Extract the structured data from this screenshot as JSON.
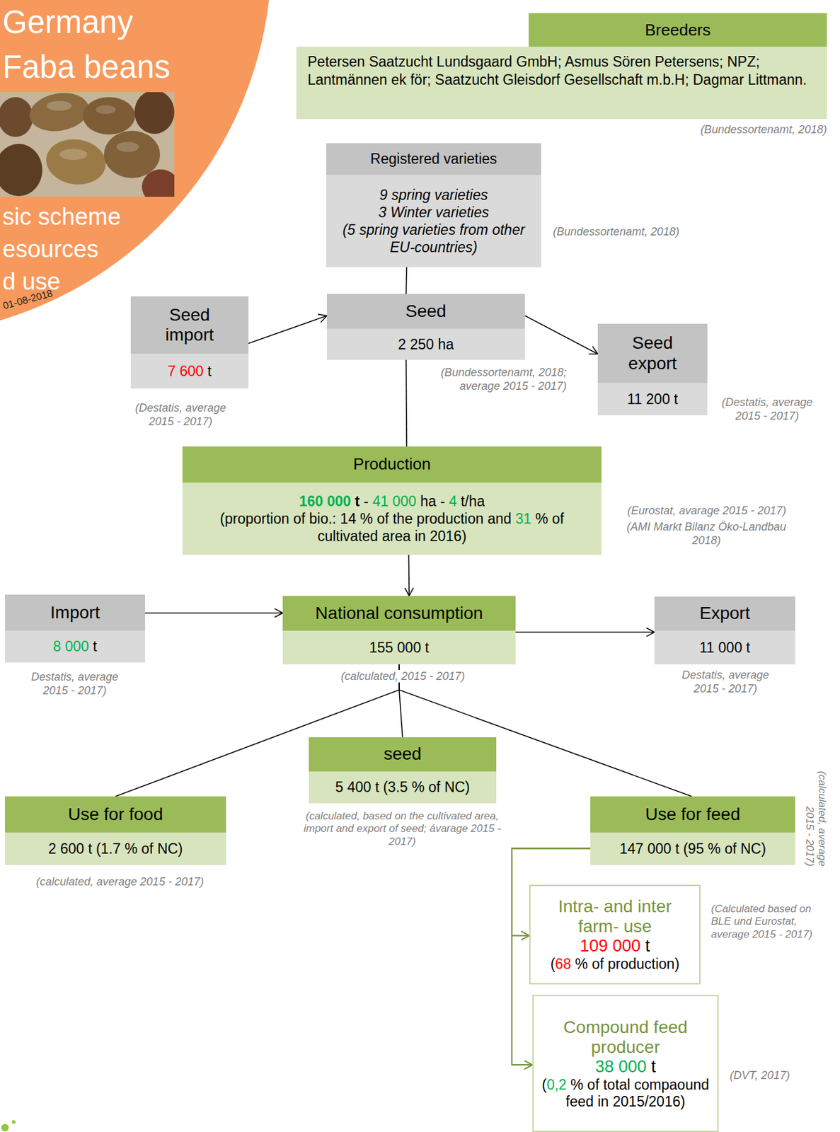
{
  "diagram": {
    "nodes": [
      {
        "text": [
          "Germany",
          "Faba beans",
          "sic scheme",
          "esources",
          "d use"
        ]
      },
      {
        "text": [
          "Breeders",
          "Petersen Saatzucht Lundsgaard GmbH; Asmus Sören Petersens; NPZ; Lantmännen ek för; Saatzucht Gleisdorf Gesellschaft m.b.H; Dagmar Littmann."
        ]
      },
      {
        "text": [
          "Registered varieties",
          "9 spring varieties",
          "3 Winter varieties",
          "(5 spring varieties from other EU-countries)"
        ]
      },
      {
        "text": [
          "Seed import",
          "7 600 t"
        ]
      },
      {
        "text": [
          "Seed",
          "2 250 ha"
        ]
      },
      {
        "text": [
          "Seed export",
          "11 200 t"
        ]
      },
      {
        "text": [
          "Production",
          "160 000 t - 41 000 ha - 4 t/ha",
          "(proportion of bio.: 14 % of the production and 31 % of cultivated area in 2016)"
        ]
      },
      {
        "text": [
          "Import",
          "8 000 t"
        ]
      },
      {
        "text": [
          "National consumption",
          "155 000 t"
        ]
      },
      {
        "text": [
          "Export",
          "11 000 t"
        ]
      },
      {
        "text": [
          "seed",
          "5 400 t (3.5 % of NC)"
        ]
      },
      {
        "text": [
          "Use for food",
          "2 600 t (1.7 % of NC)"
        ]
      },
      {
        "text": [
          "Use for feed",
          "147 000 t (95 % of NC)"
        ]
      },
      {
        "text": [
          "Intra- and inter farm- use",
          "109 000 t",
          "(68 % of production)"
        ]
      },
      {
        "text": [
          "Compound feed producer",
          "38 000 t",
          "(0,2 % of total compaound feed in 2015/2016)"
        ]
      }
    ],
    "edges": [
      {
        "from": 2,
        "to": 4,
        "arrow": "none"
      },
      {
        "from": 3,
        "to": 4,
        "arrow": "to"
      },
      {
        "from": 4,
        "to": 5,
        "arrow": "to"
      },
      {
        "from": 4,
        "to": 6,
        "arrow": "none"
      },
      {
        "from": 6,
        "to": 8,
        "arrow": "to"
      },
      {
        "from": 7,
        "to": 8,
        "arrow": "to"
      },
      {
        "from": 8,
        "to": 9,
        "arrow": "to"
      },
      {
        "from": 8,
        "to": 11,
        "arrow": "none"
      },
      {
        "from": 8,
        "to": 10,
        "arrow": "none"
      },
      {
        "from": 8,
        "to": 12,
        "arrow": "none"
      },
      {
        "from": 12,
        "to": 13,
        "arrow": "to"
      },
      {
        "from": 12,
        "to": 14,
        "arrow": "to"
      }
    ],
    "labels": [
      "01-08-2018",
      "(Bundessortenamt, 2018)",
      "(Bundessortenamt, 2018)",
      "(Destatis, average 2015 - 2017)",
      "(Bundessortenamt, 2018; average 2015 - 2017)",
      "(Destatis, average 2015 - 2017)",
      "(Eurostat, avarage 2015 - 2017)",
      "(AMI Markt Bilanz Öko-Landbau 2018)",
      "Destatis, average 2015 - 2017)",
      "(calculated, 2015 - 2017)",
      "Destatis, average 2015 - 2017)",
      "(calculated, based on the cultivated area, import and export of seed; ávarage 2015 - 2017)",
      "(calculated, average 2015 - 2017)",
      "(calculated, average 2015 - 2017)",
      "(Calculated based on BLE und Eurostat, average 2015 - 2017)",
      "(DVT, 2017)"
    ]
  }
}
